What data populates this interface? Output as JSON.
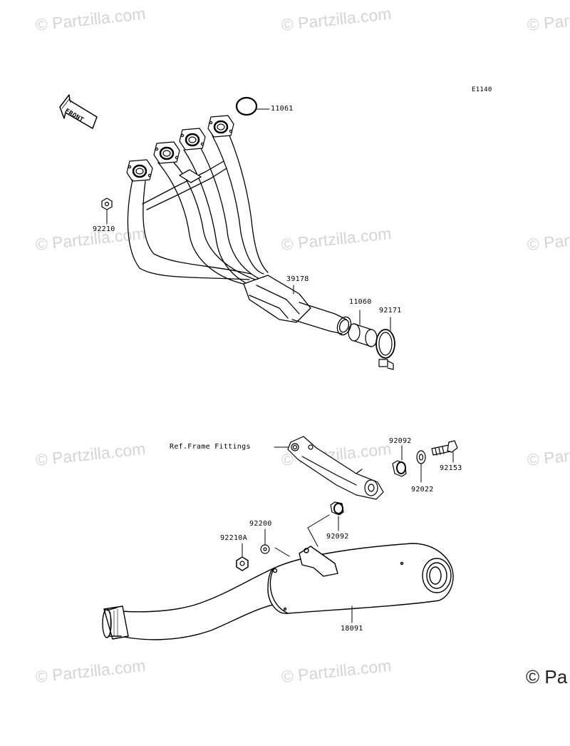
{
  "diagram_code": "E1140",
  "front_label": "FRONT",
  "ref_note": "Ref.Frame Fittings",
  "watermark": "© Partzilla.com",
  "watermark_corner": "© Pa",
  "parts": {
    "p11061": "11061",
    "p92210": "92210",
    "p39178": "39178",
    "p11060": "11060",
    "p92171": "92171",
    "p92092a": "92092",
    "p92153": "92153",
    "p92022": "92022",
    "p92200": "92200",
    "p92210A": "92210A",
    "p92092b": "92092",
    "p18091": "18091"
  }
}
